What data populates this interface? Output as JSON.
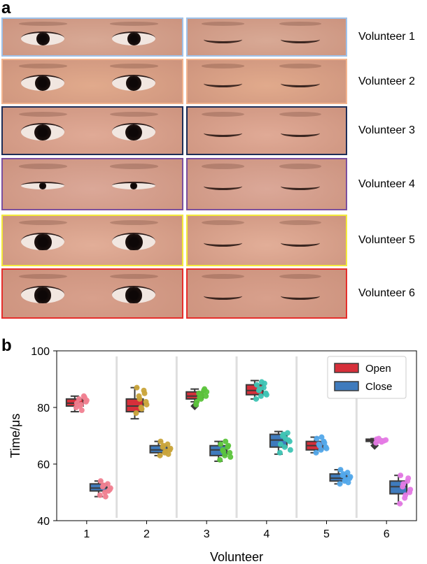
{
  "panel_a": {
    "letter": "a",
    "rows": [
      {
        "label": "Volunteer 1",
        "border": "#9fc2ea",
        "skin": "#d8a995",
        "style": "open"
      },
      {
        "label": "Volunteer 2",
        "border": "#f2b48f",
        "skin": "#e1aa8c",
        "style": "open"
      },
      {
        "label": "Volunteer 3",
        "border": "#1d2d57",
        "skin": "#e0aa96",
        "style": "open"
      },
      {
        "label": "Volunteer 4",
        "border": "#7a4f9e",
        "skin": "#dba898",
        "style": "squint"
      },
      {
        "label": "Volunteer 5",
        "border": "#f3ea3c",
        "skin": "#e2ae98",
        "style": "open"
      },
      {
        "label": "Volunteer 6",
        "border": "#e62e2b",
        "skin": "#d8a08c",
        "style": "open"
      }
    ]
  },
  "panel_b": {
    "letter": "b"
  },
  "chart_data": {
    "type": "box",
    "xlabel": "Volunteer",
    "ylabel": "Time/μs",
    "categories": [
      "1",
      "2",
      "3",
      "4",
      "5",
      "6"
    ],
    "ylim": [
      40,
      100
    ],
    "yticks": [
      40,
      60,
      80,
      100
    ],
    "grid": "vertical separators between volunteers",
    "legend_position": "top-right",
    "series": [
      {
        "name": "Open",
        "color": "#d62f3a",
        "boxes": [
          {
            "min": 78.5,
            "q1": 80.5,
            "median": 81.5,
            "q3": 83.0,
            "max": 84.0,
            "outliers": []
          },
          {
            "min": 76.0,
            "q1": 78.5,
            "median": 80.5,
            "q3": 83.0,
            "max": 87.0,
            "outliers": []
          },
          {
            "min": 82.0,
            "q1": 83.0,
            "median": 84.0,
            "q3": 85.5,
            "max": 86.5,
            "outliers": [
              80.5
            ]
          },
          {
            "min": 83.0,
            "q1": 84.5,
            "median": 86.0,
            "q3": 88.0,
            "max": 89.5,
            "outliers": []
          },
          {
            "min": 64.0,
            "q1": 65.0,
            "median": 66.5,
            "q3": 68.0,
            "max": 69.5,
            "outliers": []
          },
          {
            "min": 67.5,
            "q1": 68.0,
            "median": 68.3,
            "q3": 68.8,
            "max": 69.0,
            "outliers": [
              66.5
            ]
          }
        ],
        "points": [
          [
            80.0,
            81.0,
            82.0,
            83.0,
            84.0,
            81.5,
            79.0,
            82.5,
            80.5,
            83.5
          ],
          [
            78.0,
            80.0,
            82.0,
            84.0,
            86.0,
            87.0,
            79.5,
            81.0,
            83.0,
            85.0
          ],
          [
            81.0,
            83.0,
            84.0,
            85.0,
            86.0,
            82.0,
            84.5,
            85.5,
            83.5,
            86.5
          ],
          [
            83.0,
            84.0,
            85.0,
            86.0,
            87.0,
            88.0,
            89.0,
            84.5,
            86.5,
            88.5
          ],
          [
            64.0,
            65.0,
            66.0,
            67.0,
            68.0,
            69.0,
            69.5,
            65.5,
            66.5,
            67.5
          ],
          [
            67.5,
            68.0,
            68.5,
            69.0,
            68.2,
            68.8,
            67.8
          ]
        ],
        "point_colors": [
          "#f08090",
          "#c9a43a",
          "#5cc43c",
          "#3ec4b4",
          "#52a8ea",
          "#e57ae5"
        ]
      },
      {
        "name": "Close",
        "color": "#3f7bbd",
        "boxes": [
          {
            "min": 48.5,
            "q1": 50.5,
            "median": 51.5,
            "q3": 53.0,
            "max": 54.0,
            "outliers": []
          },
          {
            "min": 63.0,
            "q1": 64.0,
            "median": 65.0,
            "q3": 66.5,
            "max": 68.0,
            "outliers": []
          },
          {
            "min": 61.0,
            "q1": 63.0,
            "median": 65.0,
            "q3": 66.5,
            "max": 68.0,
            "outliers": []
          },
          {
            "min": 63.5,
            "q1": 66.0,
            "median": 68.5,
            "q3": 70.5,
            "max": 71.5,
            "outliers": []
          },
          {
            "min": 53.0,
            "q1": 54.0,
            "median": 55.0,
            "q3": 56.5,
            "max": 58.0,
            "outliers": []
          },
          {
            "min": 46.0,
            "q1": 49.5,
            "median": 52.0,
            "q3": 54.0,
            "max": 56.0,
            "outliers": []
          }
        ],
        "points": [
          [
            49.0,
            50.0,
            51.0,
            52.0,
            53.0,
            54.0,
            48.5,
            51.5,
            52.5,
            50.5
          ],
          [
            63.0,
            64.0,
            65.0,
            66.0,
            67.0,
            68.0,
            64.5,
            65.5,
            66.5,
            63.5
          ],
          [
            61.5,
            63.0,
            64.0,
            65.0,
            66.0,
            67.0,
            68.0,
            62.5,
            64.5,
            66.5
          ],
          [
            64.0,
            66.0,
            68.0,
            70.0,
            71.0,
            67.0,
            69.0,
            65.0,
            70.5,
            68.5
          ],
          [
            53.0,
            54.0,
            55.0,
            56.0,
            57.0,
            58.0,
            54.5,
            55.5,
            56.5,
            53.5
          ],
          [
            46.0,
            48.0,
            50.0,
            52.0,
            54.0,
            56.0,
            49.0,
            51.0,
            53.0,
            55.0
          ]
        ],
        "point_colors": [
          "#f08090",
          "#c9a43a",
          "#5cc43c",
          "#3ec4b4",
          "#52a8ea",
          "#e57ae5"
        ]
      }
    ]
  }
}
